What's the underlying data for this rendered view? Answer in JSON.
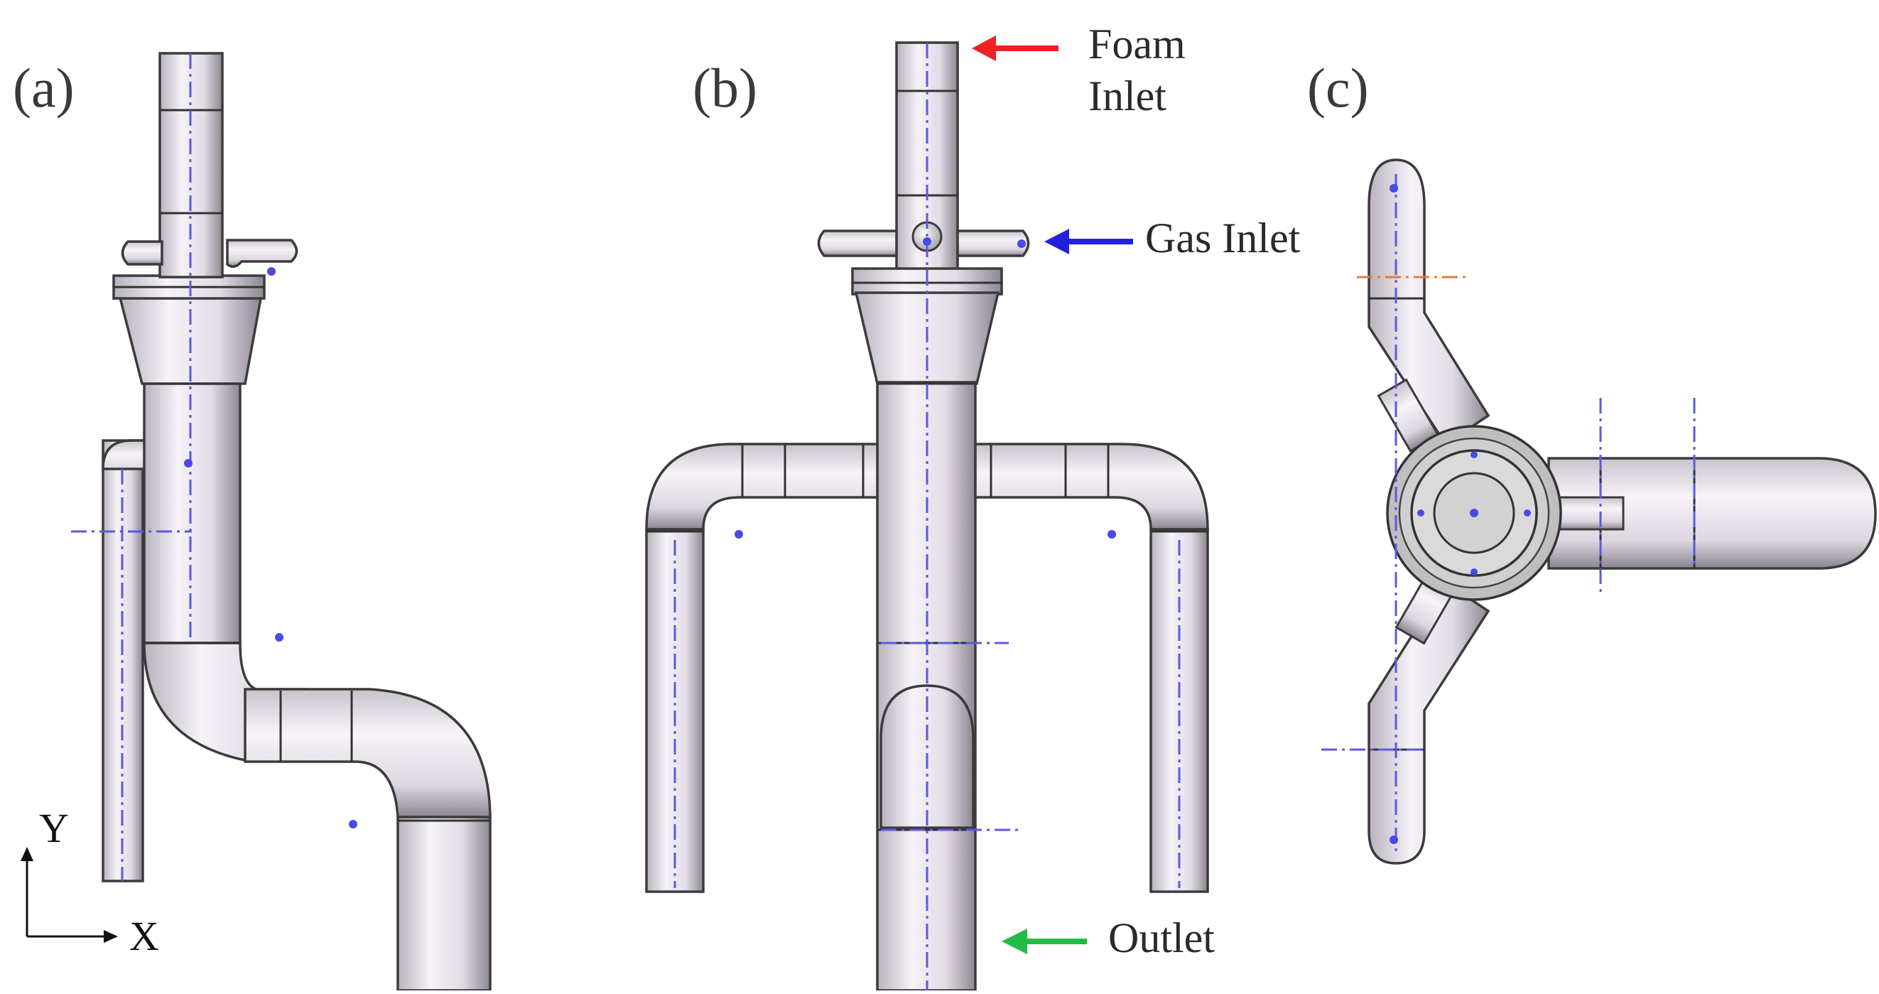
{
  "panels": {
    "a": {
      "label": "(a)"
    },
    "b": {
      "label": "(b)"
    },
    "c": {
      "label": "(c)"
    }
  },
  "annotations": {
    "foam_inlet": {
      "line1": "Foam",
      "line2": "Inlet",
      "arrow_color": "#ee2222"
    },
    "gas_inlet": {
      "label": "Gas Inlet",
      "arrow_color": "#2222dd"
    },
    "outlet": {
      "label": "Outlet",
      "arrow_color": "#22bb44"
    }
  },
  "axes": {
    "y_label": "Y",
    "x_label": "X"
  },
  "colors": {
    "pipe_light": "#f7f3f8",
    "pipe_mid": "#d9d2dc",
    "pipe_dark": "#8a8590",
    "centerline": "#5a5ae0"
  }
}
